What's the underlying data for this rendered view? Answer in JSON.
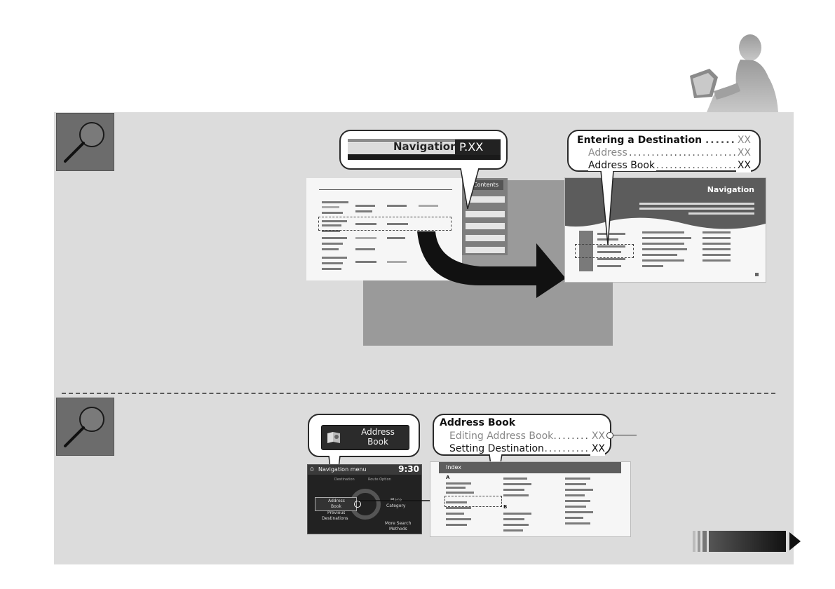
{
  "callout_navigation": {
    "label": "Navigation",
    "page_ref": "P.XX"
  },
  "toc_callout": {
    "items": [
      {
        "title": "Entering a Destination",
        "page": "XX"
      },
      {
        "title": "Address",
        "page": "XX"
      },
      {
        "title": "Address Book",
        "page": "XX"
      }
    ]
  },
  "contents_page": {
    "tab_label": "Contents"
  },
  "chapter_page": {
    "heading": "Navigation"
  },
  "index_callout": {
    "heading": "Address Book",
    "items": [
      {
        "title": "Editing Address Book",
        "page": "XX"
      },
      {
        "title": "Setting Destination",
        "page": "XX"
      }
    ]
  },
  "address_book_button": {
    "label_line1": "Address",
    "label_line2": "Book"
  },
  "nav_screen": {
    "title": "Navigation menu",
    "time": "9:30",
    "tabs": [
      "Destination",
      "Route Option"
    ],
    "items": [
      {
        "line1": "Address",
        "line2": "Book"
      },
      {
        "line1": "Place",
        "line2": "Category"
      },
      {
        "line1": "Previous",
        "line2": "Destinations"
      },
      {
        "line1": "More Search",
        "line2": "Methods"
      }
    ]
  },
  "index_page": {
    "heading": "Index",
    "letter_a": "A",
    "letter_b": "B"
  }
}
